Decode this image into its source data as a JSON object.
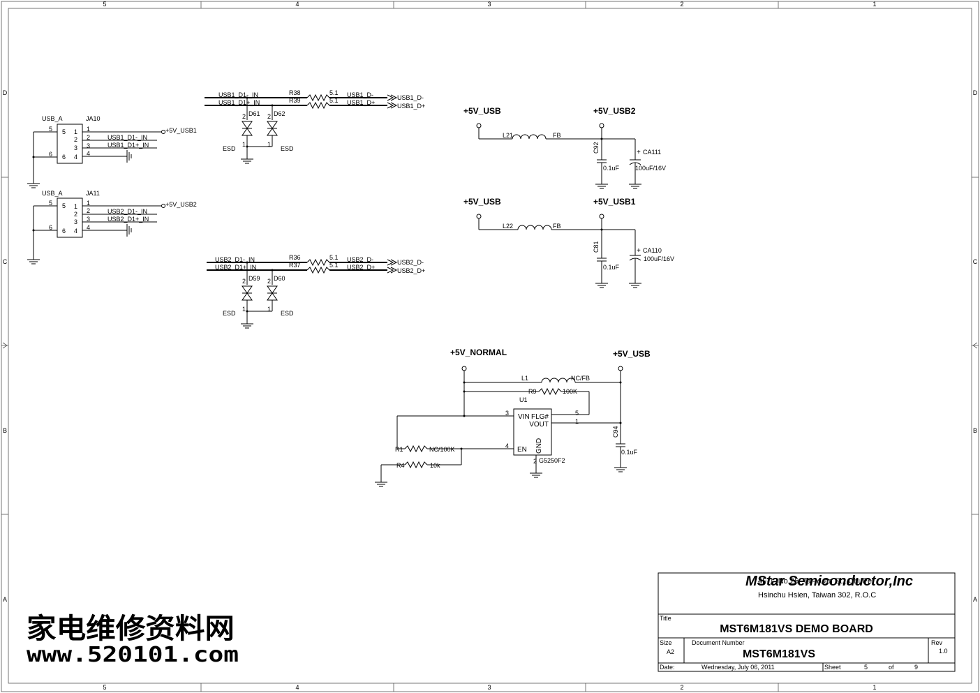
{
  "border": {
    "columns": [
      "5",
      "4",
      "3",
      "2",
      "1"
    ],
    "rows_left": [
      "D",
      "C",
      "B",
      "A"
    ],
    "rows_right": [
      "D",
      "C",
      "B",
      "A"
    ]
  },
  "usb_connectors": [
    {
      "type": "USB_A",
      "ref": "JA10",
      "pins_outer": [
        "5",
        "6"
      ],
      "pins_inner": [
        "5",
        "6",
        "1",
        "2",
        "3",
        "4"
      ],
      "pin_numbers": [
        "1",
        "2",
        "3",
        "4"
      ],
      "power_net": "+5V_USB1",
      "dm_net": "USB1_D1-_IN",
      "dp_net": "USB1_D1+_IN"
    },
    {
      "type": "USB_A",
      "ref": "JA11",
      "pins_outer": [
        "5",
        "6"
      ],
      "pins_inner": [
        "5",
        "6",
        "1",
        "2",
        "3",
        "4"
      ],
      "pin_numbers": [
        "1",
        "2",
        "3",
        "4"
      ],
      "power_net": "+5V_USB2",
      "dm_net": "USB2_D1-_IN",
      "dp_net": "USB2_D1+_IN"
    }
  ],
  "esd_blocks": [
    {
      "in_dm": "USB1_D1-_IN",
      "in_dp": "USB1_D1+_IN",
      "r_dm": "R38",
      "r_dp": "R39",
      "r_value": "5.1",
      "out_dm": "USB1_D-",
      "out_dp": "USB1_D+",
      "out_dm_port": "USB1_D-",
      "out_dp_port": "USB1_D+",
      "diode_a": "D61",
      "diode_b": "D62",
      "esd_label": "ESD",
      "pin_top": "2",
      "pin_bottom": "1"
    },
    {
      "in_dm": "USB2_D1-_IN",
      "in_dp": "USB2_D1+_IN",
      "r_dm": "R36",
      "r_dp": "R37",
      "r_value": "5.1",
      "out_dm": "USB2_D-",
      "out_dp": "USB2_D+",
      "out_dm_port": "USB2_D-",
      "out_dp_port": "USB2_D+",
      "diode_a": "D59",
      "diode_b": "D60",
      "esd_label": "ESD",
      "pin_top": "2",
      "pin_bottom": "1"
    }
  ],
  "filters": [
    {
      "src": "+5V_USB",
      "dst": "+5V_USB2",
      "inductor": "L21",
      "inductor_type": "FB",
      "cap": "C92",
      "cap_value": "0.1uF",
      "ecap": "CA111",
      "ecap_value": "100uF/16V",
      "plus": "+"
    },
    {
      "src": "+5V_USB",
      "dst": "+5V_USB1",
      "inductor": "L22",
      "inductor_type": "FB",
      "cap": "C81",
      "cap_value": "0.1uF",
      "ecap": "CA110",
      "ecap_value": "100uF/16V",
      "plus": "+"
    }
  ],
  "power_switch": {
    "src": "+5V_NORMAL",
    "dst": "+5V_USB",
    "l1": "L1",
    "l1_value": "NC/FB",
    "r9": "R9",
    "r9_value": "100K",
    "u1": "U1",
    "part": "G5250F2",
    "pin_vin": "VIN",
    "pin_en": "EN",
    "pin_gnd": "GND",
    "pin_flg": "FLG#",
    "pin_vout": "VOUT",
    "pin_vin_num": "3",
    "pin_en_num": "4",
    "pin_gnd_num": "2",
    "pin_flg_num": "5",
    "pin_vout_num": "1",
    "r1": "R1",
    "r1_value": "NC/100K",
    "r4": "R4",
    "r4_value": "10k",
    "c94": "C94",
    "c94_value": "0.1uF"
  },
  "title_block": {
    "company": "MStar Semiconductor,Inc",
    "address1": "4F-1, No.26, Tai-Yuan St., ChuPei",
    "address2": "Hsinchu Hsien, Taiwan 302, R.O.C",
    "title_label": "Title",
    "title": "MST6M181VS DEMO BOARD",
    "size_label": "Size",
    "size": "A2",
    "docnum_label": "Document Number",
    "docnum": "MST6M181VS",
    "rev_label": "Rev",
    "rev": "1.0",
    "date_label": "Date:",
    "date": "Wednesday, July 06, 2011",
    "sheet_label": "Sheet",
    "sheet": "5",
    "of_label": "of",
    "of": "9"
  },
  "watermark": {
    "line1": "家电维修资料网",
    "line2": "www.520101.com"
  }
}
